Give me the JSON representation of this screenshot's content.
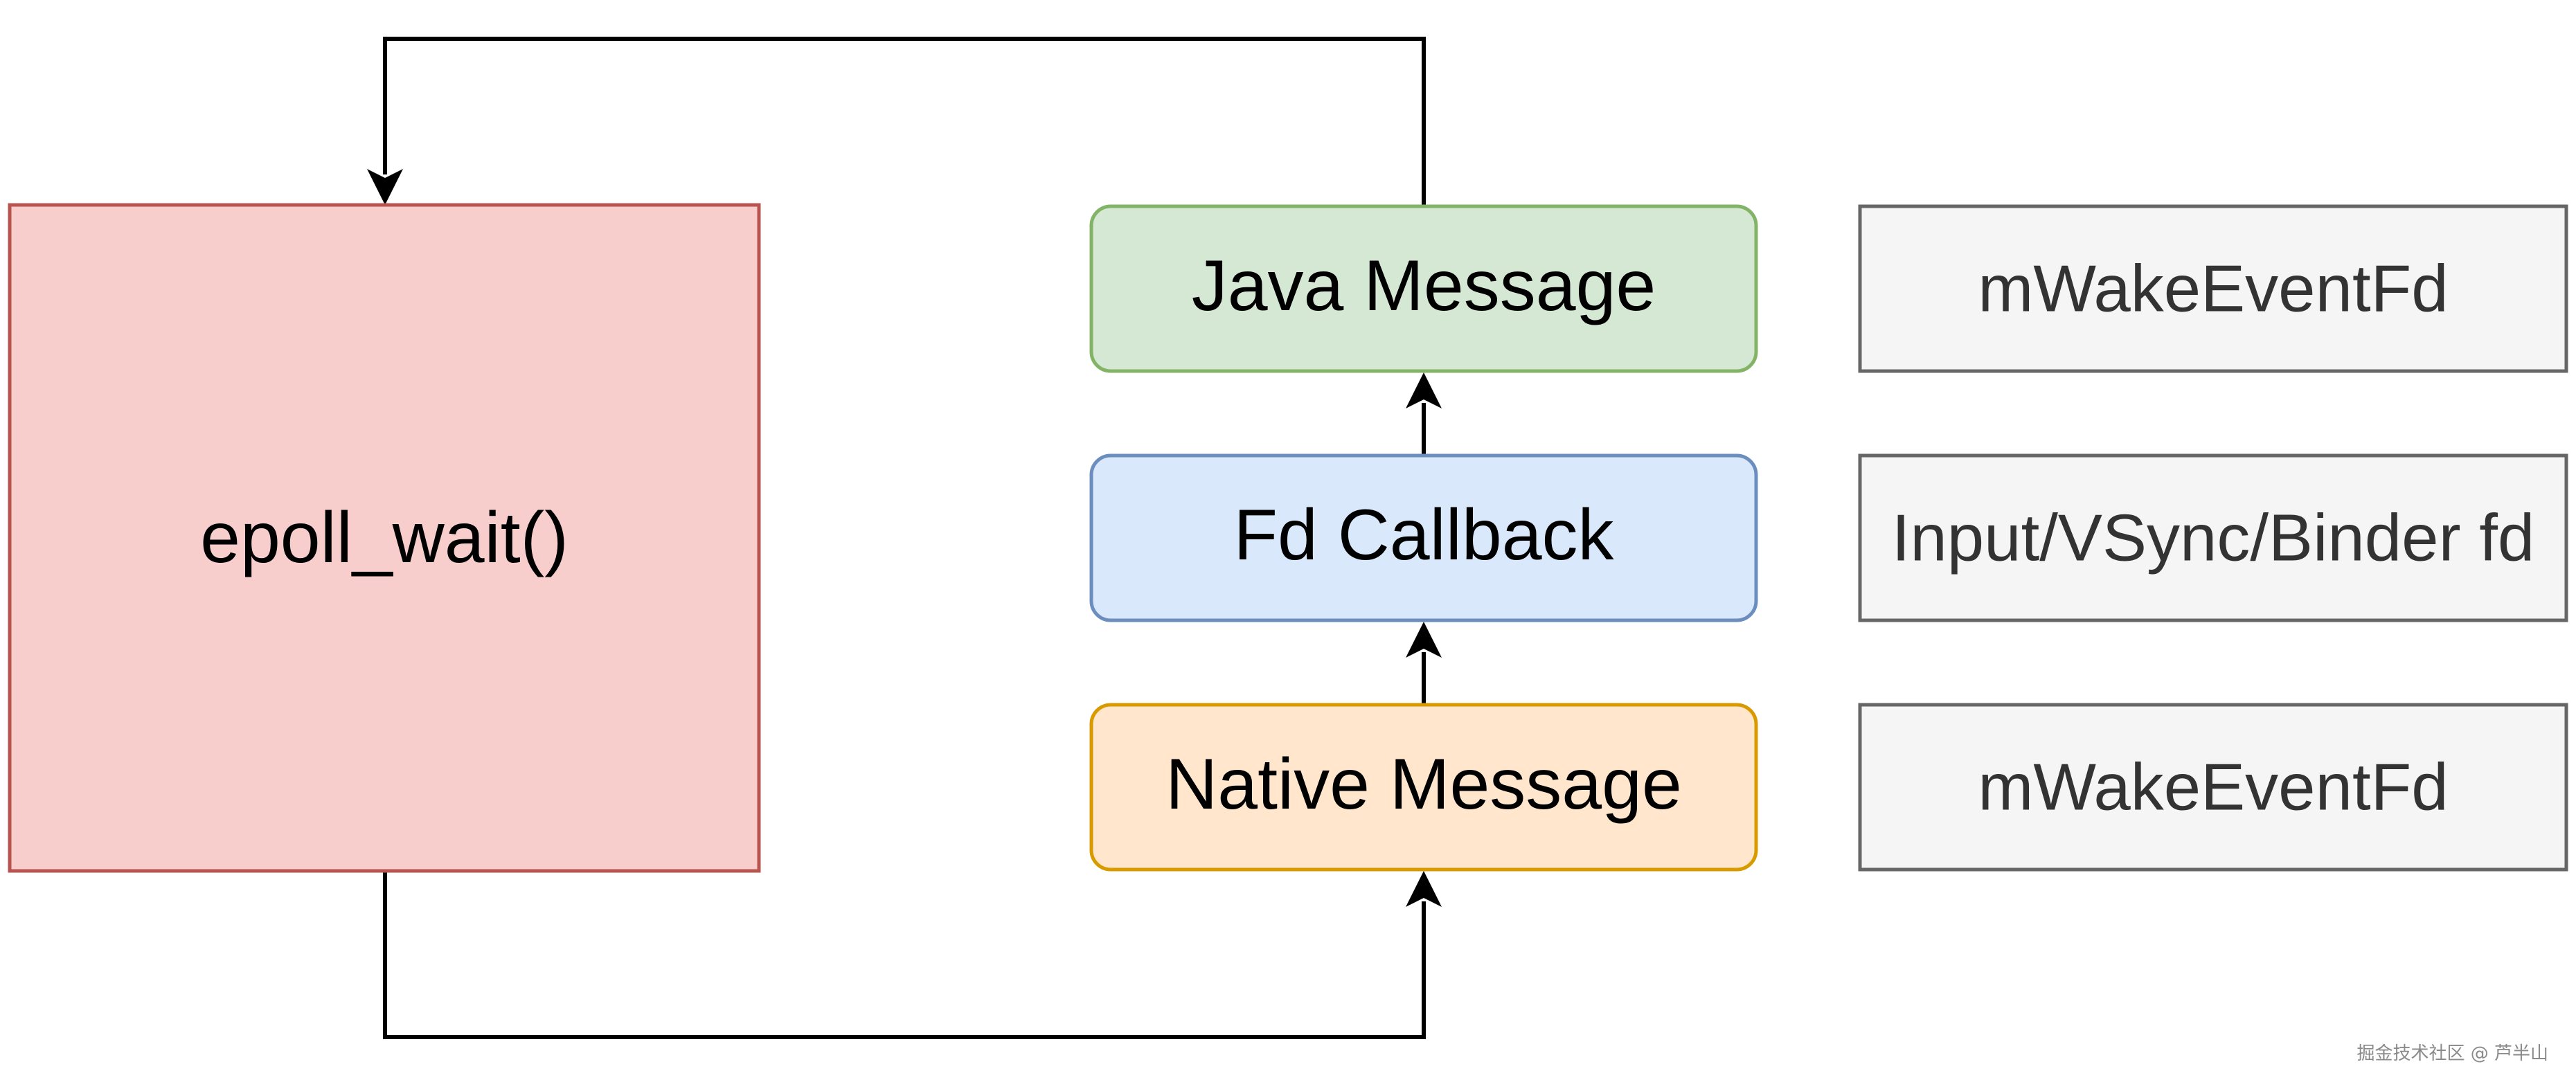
{
  "nodes": {
    "epoll": {
      "label": "epoll_wait()",
      "fill": "#f8cecc",
      "stroke": "#b85450"
    },
    "java_message": {
      "label": "Java Message",
      "fill": "#d5e8d4",
      "stroke": "#82b366"
    },
    "fd_callback": {
      "label": "Fd Callback",
      "fill": "#dae8fc",
      "stroke": "#6c8ebf"
    },
    "native_message": {
      "label": "Native Message",
      "fill": "#ffe6cc",
      "stroke": "#d79b00"
    }
  },
  "side_labels": {
    "java_fd": {
      "label": "mWakeEventFd",
      "fill": "#f5f5f5",
      "stroke": "#666666"
    },
    "callback_fd": {
      "label": "Input/VSync/Binder fd",
      "fill": "#f5f5f5",
      "stroke": "#666666"
    },
    "native_fd": {
      "label": "mWakeEventFd",
      "fill": "#f5f5f5",
      "stroke": "#666666"
    }
  },
  "watermark": "掘金技术社区 @ 芦半山"
}
